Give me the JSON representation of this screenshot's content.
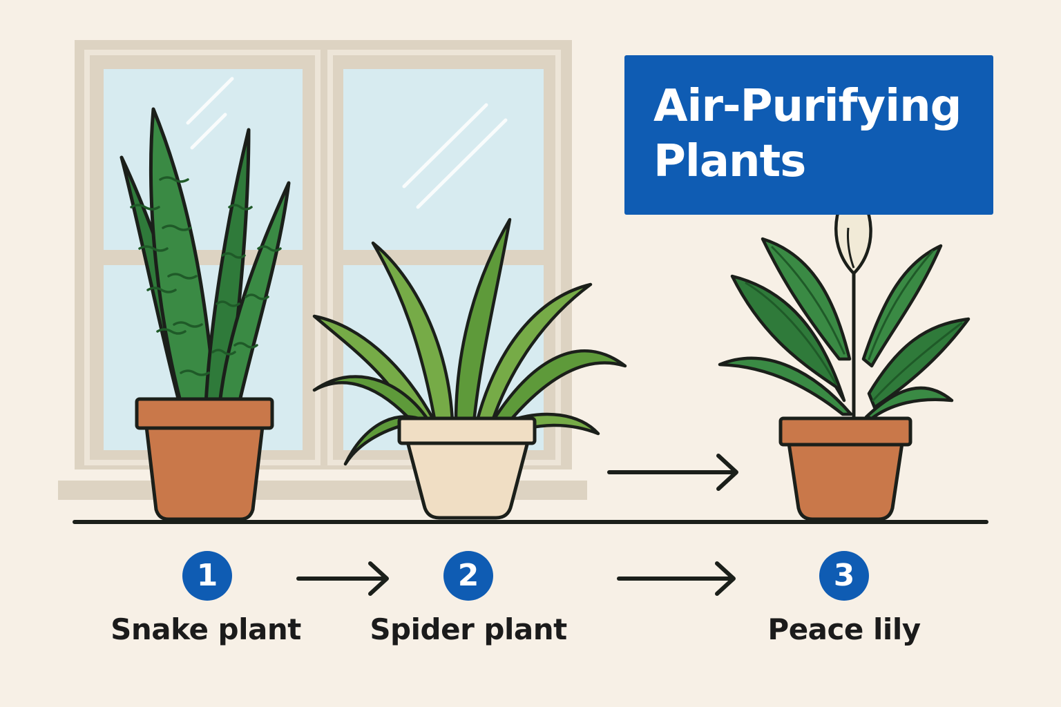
{
  "title": {
    "line1": "Air-Purifying",
    "line2": "Plants"
  },
  "steps": [
    {
      "number": "1",
      "label": "Snake plant",
      "icon": "snake-plant-icon"
    },
    {
      "number": "2",
      "label": "Spider plant",
      "icon": "spider-plant-icon"
    },
    {
      "number": "3",
      "label": "Peace lily",
      "icon": "peace-lily-icon"
    }
  ],
  "colors": {
    "background": "#f7f0e6",
    "accent_blue": "#0f5cb3",
    "window_frame": "#ddd3c2",
    "window_glass": "#d7ebf0",
    "terracotta_pot": "#c9784a",
    "cream_pot": "#f0dec4",
    "dark_leaf": "#2f7a3a",
    "light_leaf": "#76ab47",
    "outline": "#1b1f1a"
  }
}
